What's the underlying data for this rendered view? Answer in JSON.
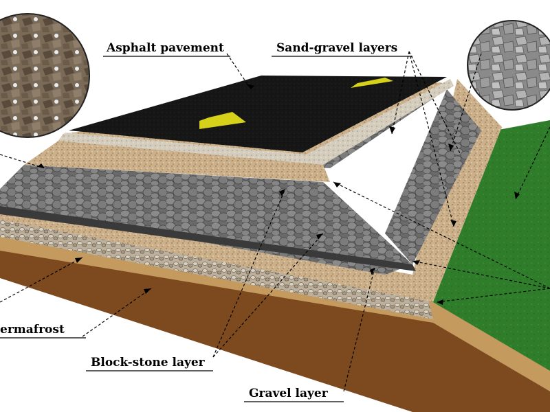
{
  "labels": {
    "asphalt": "Asphalt pavement",
    "sand_gravel": "Sand-gravel layers",
    "permafrost": "ermafrost",
    "block_stone": "Block-stone layer",
    "gravel": "Gravel layer"
  },
  "colors": {
    "asphalt": "#151515",
    "road_marking": "#d6d21a",
    "sand_gravel": "#c9ad84",
    "crushed_stone": "#cfc7b8",
    "block_stone": "#6b6b6b",
    "gravel": "#b8ab97",
    "soil": "#c49a5e",
    "permafrost": "#7d4a20",
    "grass": "#2f7d2b",
    "geotextile": "#3a3a3a"
  },
  "icons": [
    "rock-photo-inset",
    "rock-photo-inset"
  ]
}
